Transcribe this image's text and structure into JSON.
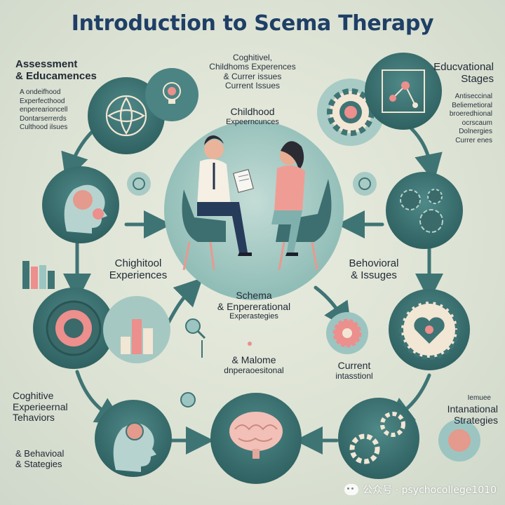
{
  "title": "Introduction to Scema Therapy",
  "labels": {
    "top_left_heading": [
      "Assessment",
      "& Educamences"
    ],
    "top_left_sub": [
      "A ondeifhood",
      "Experfecthood",
      "enperearioncell",
      "Dontarserrerds",
      "Culthood ilsues"
    ],
    "top_center_heading": [
      "Coghitivel,",
      "Childhoms Experences",
      "& Currer issues",
      "Current Issues"
    ],
    "top_center_sub": [
      "Childhood",
      "Expeerncunces"
    ],
    "top_right_heading": [
      "Educvational",
      "Stages"
    ],
    "top_right_sub": [
      "Antiseccinal",
      "Beliemetioral",
      "broeredhional",
      "ocrscaum",
      "Dolnergies",
      "Currer enes"
    ],
    "mid_left": [
      "Chighitool",
      "Experiences"
    ],
    "mid_right": [
      "Behovioral",
      "& Issuges"
    ],
    "center_lower": [
      "Schema",
      "& Enpererational",
      "Experastegies"
    ],
    "center_bottom": [
      "& Malome",
      "dnperaoesitonal"
    ],
    "center_right": [
      "Current",
      "intasstionl"
    ],
    "bottom_left_heading": [
      "Coghitive",
      "Experieernal",
      "Tehaviors"
    ],
    "bottom_left_sub": [
      "& Behavioal",
      "& Stategies"
    ],
    "bottom_right_small": "Iemuee",
    "bottom_right_heading": [
      "Intanational",
      "Strategies"
    ]
  },
  "watermark": "公众号 · psychocollege1010",
  "colors": {
    "teal_dark": "#3f7474",
    "teal_mid": "#5f9594",
    "teal_light": "#9cc5c1",
    "pink": "#ec8f8d",
    "navy": "#1f3f66",
    "cream": "#f2e6d4"
  },
  "icons": [
    "lotus-icon",
    "lightbulb-icon",
    "gear-icon",
    "network-icon",
    "head-profile-icon",
    "gears-icon",
    "target-icon",
    "bar-chart-icon",
    "heart-icon",
    "brain-icon",
    "magnifier-icon",
    "globe-icon",
    "clipboard-icon"
  ]
}
